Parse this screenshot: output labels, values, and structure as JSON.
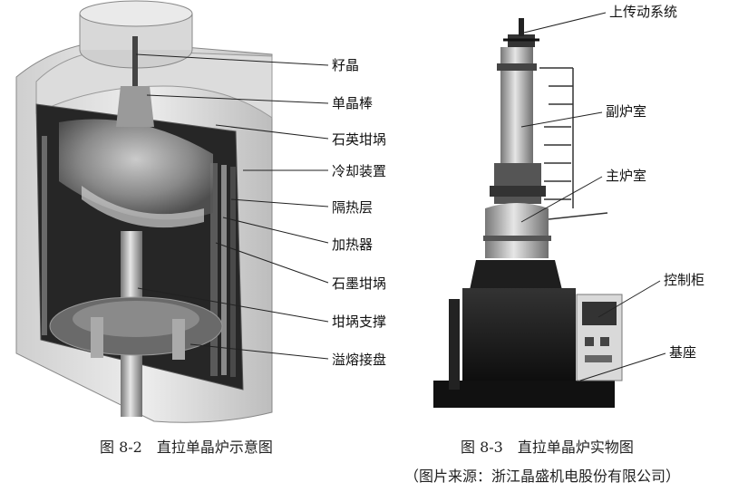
{
  "left_figure": {
    "labels": [
      "籽晶",
      "单晶棒",
      "石英坩埚",
      "冷却装置",
      "隔热层",
      "加热器",
      "石墨坩埚",
      "坩埚支撑",
      "溢熔接盘"
    ],
    "caption": "图 8-2　直拉单晶炉示意图"
  },
  "right_figure": {
    "labels": [
      "上传动系统",
      "副炉室",
      "主炉室",
      "控制柜",
      "基座"
    ],
    "caption": "图 8-3　直拉单晶炉实物图",
    "source": "（图片来源：浙江晶盛机电股份有限公司）"
  }
}
